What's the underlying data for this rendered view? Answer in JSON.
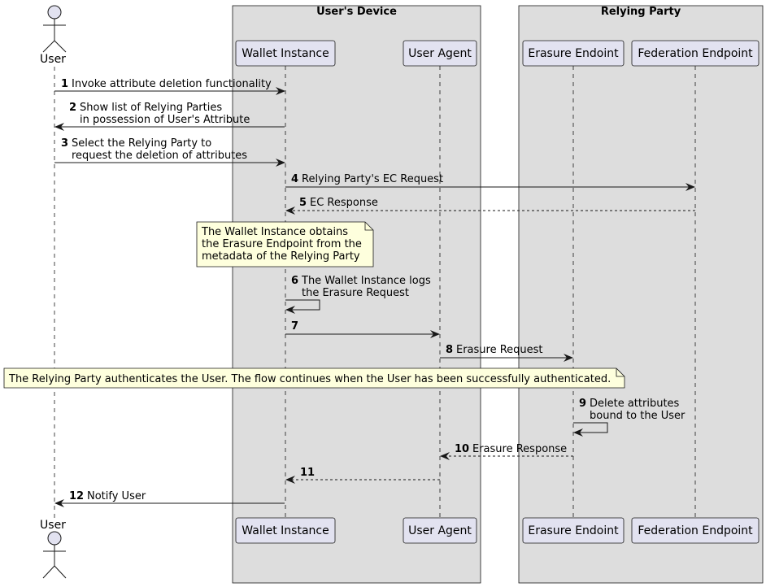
{
  "boxes": {
    "device": {
      "title": "User's Device"
    },
    "rp": {
      "title": "Relying Party"
    }
  },
  "participants": {
    "user": "User",
    "wallet": "Wallet Instance",
    "agent": "User Agent",
    "erasure": "Erasure Endoint",
    "federation": "Federation Endpoint"
  },
  "messages": [
    {
      "n": "1",
      "lines": [
        "Invoke attribute deletion functionality"
      ]
    },
    {
      "n": "2",
      "lines": [
        "Show list of Relying Parties",
        "in possession of User's Attribute"
      ]
    },
    {
      "n": "3",
      "lines": [
        "Select the Relying Party to",
        "request the deletion of attributes"
      ]
    },
    {
      "n": "4",
      "lines": [
        "Relying Party's EC Request"
      ]
    },
    {
      "n": "5",
      "lines": [
        "EC Response"
      ]
    },
    {
      "n": "6",
      "lines": [
        "The Wallet Instance logs",
        "the Erasure Request"
      ]
    },
    {
      "n": "7",
      "lines": []
    },
    {
      "n": "8",
      "lines": [
        "Erasure Request"
      ]
    },
    {
      "n": "9",
      "lines": [
        "Delete attributes",
        "bound to the User"
      ]
    },
    {
      "n": "10",
      "lines": [
        "Erasure Response"
      ]
    },
    {
      "n": "11",
      "lines": []
    },
    {
      "n": "12",
      "lines": [
        "Notify User"
      ]
    }
  ],
  "notes": {
    "wallet_obtains": [
      "The Wallet Instance obtains",
      "the Erasure Endpoint from the",
      "metadata of the Relying Party"
    ],
    "authentication": [
      "The Relying Party authenticates the User. The flow continues when the User has been successfully authenticated."
    ]
  },
  "colors": {
    "box_fill": "#DDDDDD",
    "participant_fill": "#E2E2F0",
    "participant_stroke": "#181818",
    "note_fill": "#FEFFDD",
    "line": "#181818"
  }
}
